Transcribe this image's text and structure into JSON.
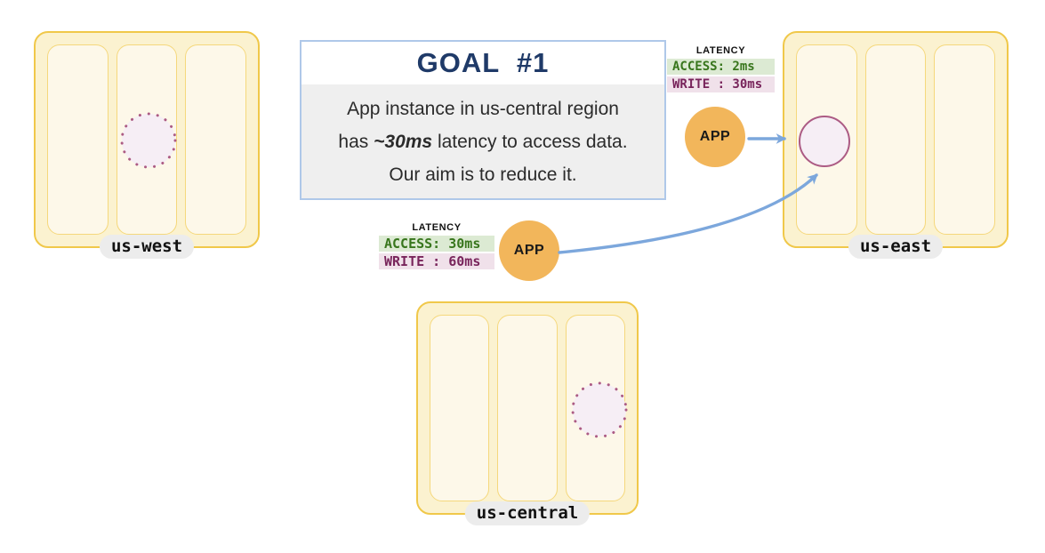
{
  "goal_box": {
    "title": "GOAL  #1",
    "line1": "App instance in us-central region",
    "line2_pre": "has ",
    "line2_emphasis": "~30ms",
    "line2_post": " latency to access data.",
    "line3": "Our aim is to reduce it."
  },
  "regions": {
    "west": {
      "label": "us-west"
    },
    "east": {
      "label": "us-east"
    },
    "central": {
      "label": "us-central"
    }
  },
  "latency_east": {
    "title": "LATENCY",
    "access": "ACCESS: 2ms",
    "write": "WRITE : 30ms"
  },
  "latency_central": {
    "title": "LATENCY",
    "access": "ACCESS: 30ms",
    "write": "WRITE : 60ms"
  },
  "app_east": {
    "label": "APP"
  },
  "app_central": {
    "label": "APP"
  },
  "colors": {
    "region_border": "#F0C84A",
    "region_fill": "#FBF2D0",
    "zone_border": "#F5D87C",
    "zone_fill": "#FDF8E9",
    "label_pill_bg": "#ECECEC",
    "goal_title_text": "#1F3A68",
    "goal_border": "#AFC8E9",
    "goal_body_bg": "#EFEFEF",
    "access_text": "#38761D",
    "access_bg": "#DCEAD3",
    "write_text": "#78245B",
    "write_bg": "#F0E1EA",
    "app_fill": "#F2B65B",
    "arrow": "#7CA7DC",
    "storage_border": "#AC5B84",
    "storage_fill": "#F6EEF5"
  }
}
